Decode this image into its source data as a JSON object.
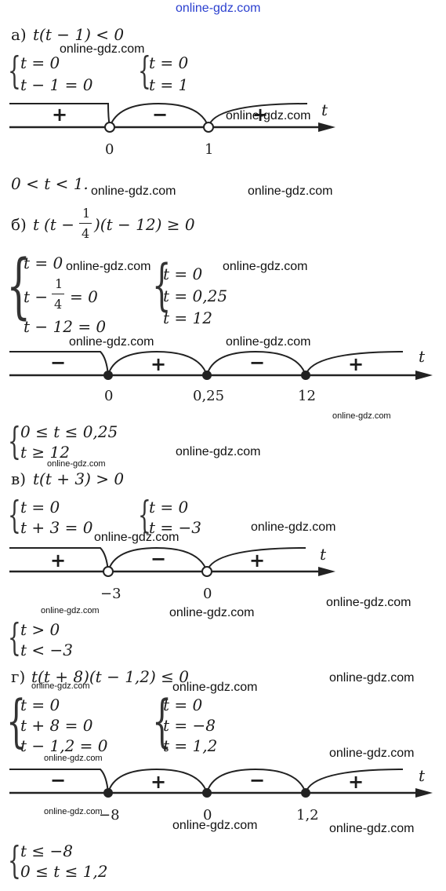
{
  "site_watermark": "online-gdz.com",
  "part_a": {
    "label": "а)",
    "inequality": "t(t − 1) < 0",
    "system1": [
      "t = 0",
      "t − 1 = 0"
    ],
    "system2": [
      "t = 0",
      "t = 1"
    ],
    "axis_var": "t",
    "points": [
      "0",
      "1"
    ],
    "signs": [
      "+",
      "−",
      "+"
    ],
    "answer": "0 < t < 1."
  },
  "part_b": {
    "label": "б)",
    "inequality_pre": "t",
    "inequality_paren_open": "(t −",
    "fraction_num": "1",
    "fraction_den": "4",
    "inequality_post": ")(t − 12) ≥ 0",
    "system1_line1": "t = 0",
    "system1_line2_pre": "t −",
    "system1_line2_post": "= 0",
    "system1_line3": "t − 12 = 0",
    "system2": [
      "t = 0",
      "t = 0,25",
      "t = 12"
    ],
    "axis_var": "t",
    "points": [
      "0",
      "0,25",
      "12"
    ],
    "signs": [
      "−",
      "+",
      "−",
      "+"
    ],
    "answer": [
      "0 ≤ t ≤ 0,25",
      "t ≥ 12"
    ]
  },
  "part_v": {
    "label": "в)",
    "inequality": "t(t + 3) > 0",
    "system1": [
      "t = 0",
      "t + 3 = 0"
    ],
    "system2": [
      "t = 0",
      "t = −3"
    ],
    "axis_var": "t",
    "points": [
      "−3",
      "0"
    ],
    "signs": [
      "+",
      "−",
      "+"
    ],
    "answer": [
      "t > 0",
      "t < −3"
    ]
  },
  "part_g": {
    "label": "г)",
    "inequality": "t(t + 8)(t − 1,2) ≤ 0",
    "system1": [
      "t = 0",
      "t + 8 = 0",
      "t − 1,2 = 0"
    ],
    "system2": [
      "t = 0",
      "t = −8",
      "t = 1,2"
    ],
    "axis_var": "t",
    "points": [
      "−8",
      "0",
      "1,2"
    ],
    "signs": [
      "−",
      "+",
      "−",
      "+"
    ],
    "answer": [
      "t ≤ −8",
      "0 ≤ t ≤ 1,2"
    ]
  }
}
